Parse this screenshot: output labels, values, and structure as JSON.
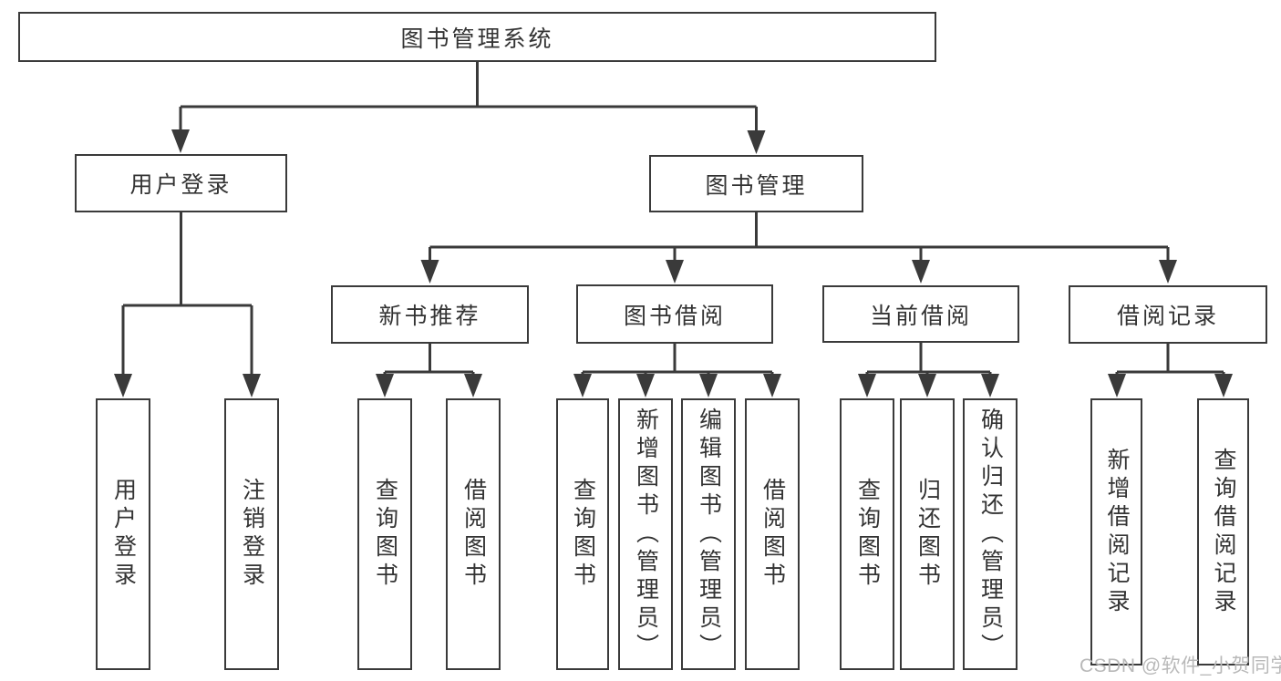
{
  "tree": {
    "root": {
      "label": "图书管理系统",
      "children": [
        {
          "label": "用户登录",
          "children": [
            {
              "label": "用户登录"
            },
            {
              "label": "注销登录"
            }
          ]
        },
        {
          "label": "图书管理",
          "children": [
            {
              "label": "新书推荐",
              "children": [
                {
                  "label": "查询图书"
                },
                {
                  "label": "借阅图书"
                }
              ]
            },
            {
              "label": "图书借阅",
              "children": [
                {
                  "label": "查询图书"
                },
                {
                  "label": "新增图书（管理员）"
                },
                {
                  "label": "编辑图书（管理员）"
                },
                {
                  "label": "借阅图书"
                }
              ]
            },
            {
              "label": "当前借阅",
              "children": [
                {
                  "label": "查询图书"
                },
                {
                  "label": "归还图书"
                },
                {
                  "label": "确认归还（管理员）"
                }
              ]
            },
            {
              "label": "借阅记录",
              "children": [
                {
                  "label": "新增借阅记录"
                },
                {
                  "label": "查询借阅记录"
                }
              ]
            }
          ]
        }
      ]
    }
  },
  "watermark": {
    "text": "CSDN @软件_小贺同学"
  },
  "colors": {
    "line": "#3a3a3a",
    "box_border": "#3a3a3a",
    "text": "#333333",
    "background": "#ffffff",
    "watermark": "#b9b9b9"
  }
}
